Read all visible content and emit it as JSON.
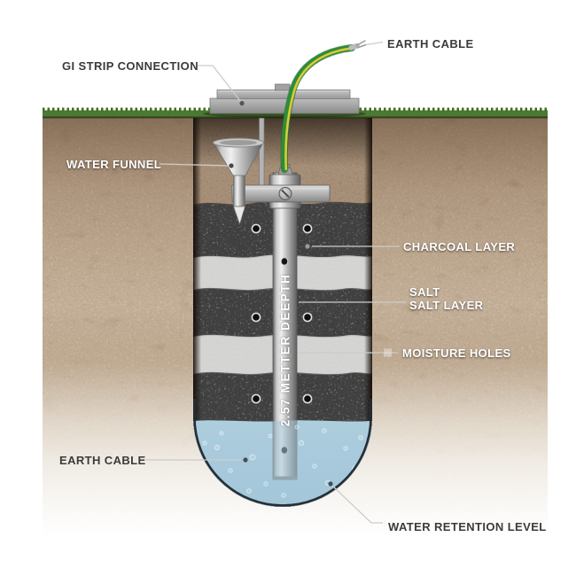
{
  "labels": {
    "earth_cable_top": "EARTH CABLE",
    "gi_strip_connection": "GI STRIP CONNECTION",
    "water_funnel": "WATER FUNNEL",
    "charcoal_layer": "CHARCOAL LAYER",
    "salt": "SALT",
    "salt_layer": "SALT LAYER",
    "moisture_holes": "MOISTURE HOLES",
    "earth_cable_bottom": "EARTH CABLE",
    "water_retention_level": "WATER RETENTION LEVEL",
    "pipe_depth": "2.57 METTER DEEPTH"
  },
  "colors": {
    "soil": "#8a6140",
    "grass": "#315f17",
    "charcoal": "#242424",
    "salt": "#e7e6e2",
    "water": "#a6c8da",
    "cable_green": "#2f8c38",
    "cable_yellow": "#d9ca39",
    "metal": "#b5b5b5",
    "label_dark": "#3b3b3b",
    "label_light": "#ffffff"
  }
}
